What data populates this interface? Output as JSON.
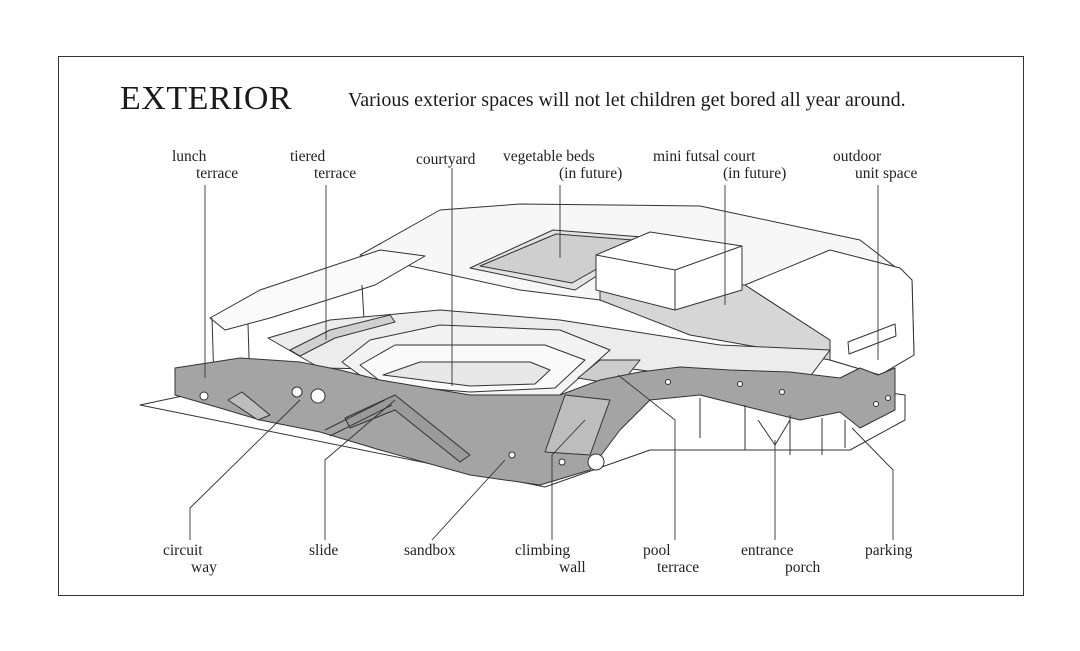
{
  "title": "EXTERIOR",
  "subtitle": "Various exterior spaces will not let children get bored all year around.",
  "labels": {
    "lunch_terrace": [
      "lunch",
      "terrace"
    ],
    "tiered_terrace": [
      "tiered",
      "terrace"
    ],
    "courtyard": [
      "courtyard"
    ],
    "vegetable_beds": [
      "vegetable beds",
      "(in future)"
    ],
    "mini_futsal_court": [
      "mini futsal court",
      "(in future)"
    ],
    "outdoor_unit_space": [
      "outdoor",
      "unit space"
    ],
    "circuit_way": [
      "circuit",
      "way"
    ],
    "slide": [
      "slide"
    ],
    "sandbox": [
      "sandbox"
    ],
    "climbing_wall": [
      "climbing",
      "wall"
    ],
    "pool_terrace": [
      "pool",
      "terrace"
    ],
    "entrance_porch": [
      "entrance",
      "porch"
    ],
    "parking": [
      "parking"
    ]
  },
  "colors": {
    "line": "#333333",
    "circuit_gray": "#9a9a9a",
    "light_gray": "#d8d8d8",
    "mid_gray": "#c4c4c4"
  }
}
